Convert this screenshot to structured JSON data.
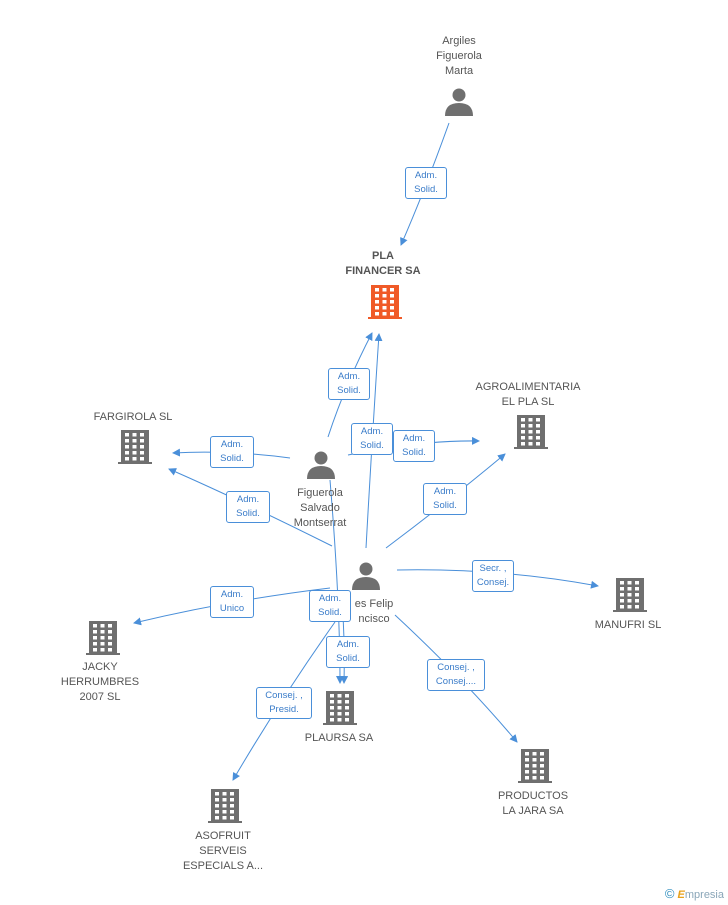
{
  "nodes": [
    {
      "id": "argiles",
      "type": "person",
      "label": "Argiles\nFiguerola\nMarta"
    },
    {
      "id": "pla",
      "type": "company-main",
      "label": "PLA\nFINANCER SA"
    },
    {
      "id": "fargirola",
      "type": "company",
      "label": "FARGIROLA  SL"
    },
    {
      "id": "agro",
      "type": "company",
      "label": "AGROALIMENTARIA\nEL PLA  SL"
    },
    {
      "id": "montserrat",
      "type": "person",
      "label": "Figuerola\nSalvado\nMontserrat"
    },
    {
      "id": "felip",
      "type": "person",
      "label": "es Felip\nncisco"
    },
    {
      "id": "manufri",
      "type": "company",
      "label": "MANUFRI SL"
    },
    {
      "id": "jacky",
      "type": "company",
      "label": "JACKY\nHERRUMBRES\n2007 SL"
    },
    {
      "id": "plaursa",
      "type": "company",
      "label": "PLAURSA SA"
    },
    {
      "id": "productos",
      "type": "company",
      "label": "PRODUCTOS\nLA JARA SA"
    },
    {
      "id": "asofruit",
      "type": "company",
      "label": "ASOFRUIT\nSERVEIS\nESPECIALS A..."
    }
  ],
  "edges": [
    {
      "from": "argiles",
      "to": "pla",
      "label": "Adm.\nSolid."
    },
    {
      "from": "montserrat",
      "to": "pla",
      "label": "Adm.\nSolid."
    },
    {
      "from": "montserrat",
      "to": "fargirola",
      "label": "Adm.\nSolid."
    },
    {
      "from": "montserrat",
      "to": "agro",
      "label": "Adm.\nSolid."
    },
    {
      "from": "montserrat",
      "to": "plaursa",
      "label": "Adm.\nSolid."
    },
    {
      "from": "felip",
      "to": "pla",
      "label": "Adm.\nSolid."
    },
    {
      "from": "felip",
      "to": "fargirola",
      "label": "Adm.\nSolid."
    },
    {
      "from": "felip",
      "to": "agro",
      "label": "Adm.\nSolid."
    },
    {
      "from": "felip",
      "to": "manufri",
      "label": "Secr. ,\nConsej."
    },
    {
      "from": "felip",
      "to": "jacky",
      "label": "Adm.\nUnico"
    },
    {
      "from": "felip",
      "to": "plaursa",
      "label": "Adm.\nSolid."
    },
    {
      "from": "felip",
      "to": "productos",
      "label": "Consej. ,\nConsej...."
    },
    {
      "from": "felip",
      "to": "asofruit",
      "label": "Consej. ,\nPresid."
    }
  ],
  "colors": {
    "edge": "#4a8fd9",
    "icon": "#6f6f6f",
    "main": "#f05a28"
  },
  "brand": {
    "copyright": "©",
    "name_initial": "E",
    "name_rest": "mpresia"
  }
}
